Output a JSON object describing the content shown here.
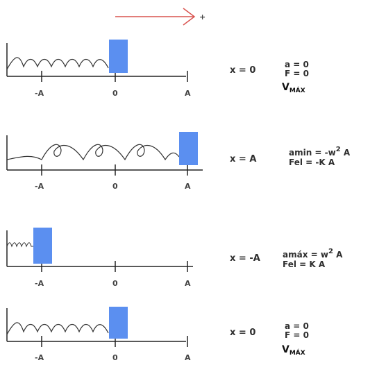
{
  "direction_sign": "+",
  "ticks": {
    "neg": "-A",
    "zero": "0",
    "pos": "A"
  },
  "panels": [
    {
      "position": "x = 0",
      "line1": "a = 0",
      "line2": "F = 0",
      "vmax_main": "V",
      "vmax_sub": "MÁX"
    },
    {
      "position": "x = A",
      "line1_main": "amin = -w",
      "line1_exp": "2",
      "line1_tail": " A",
      "line2": "Fel = -K A"
    },
    {
      "position": "x = -A",
      "line1_main": "amáx = w",
      "line1_exp": "2",
      "line1_tail": " A",
      "line2": "Fel = K A"
    },
    {
      "position": "x = 0",
      "line1": "a = 0",
      "line2": "F = 0",
      "vmax_main": "V",
      "vmax_sub": "MÁX"
    }
  ],
  "colors": {
    "block": "#5b8ff0",
    "arrow": "#d9534f",
    "line": "#222222"
  }
}
